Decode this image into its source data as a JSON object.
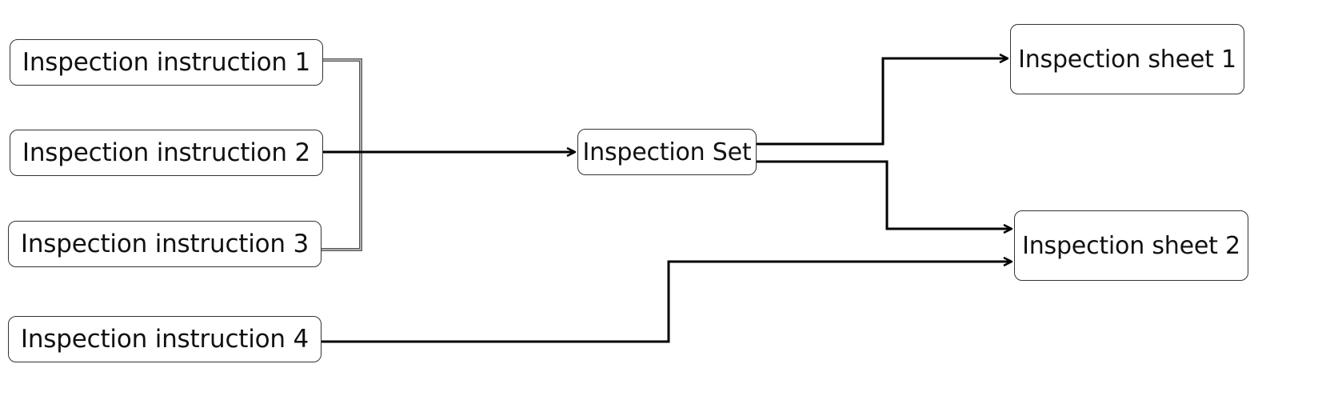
{
  "nodes": {
    "instruction_1": "Inspection instruction 1",
    "instruction_2": "Inspection instruction 2",
    "instruction_3": "Inspection instruction 3",
    "instruction_4": "Inspection instruction 4",
    "inspection_set": "Inspection Set",
    "sheet_1": "Inspection sheet 1",
    "sheet_2": "Inspection sheet 2"
  },
  "edges": [
    {
      "from": "instruction_1",
      "to": "inspection_set",
      "style": "grouped-bracket"
    },
    {
      "from": "instruction_2",
      "to": "inspection_set",
      "style": "arrow"
    },
    {
      "from": "instruction_3",
      "to": "inspection_set",
      "style": "grouped-bracket"
    },
    {
      "from": "inspection_set",
      "to": "sheet_1",
      "style": "arrow"
    },
    {
      "from": "inspection_set",
      "to": "sheet_2",
      "style": "arrow"
    },
    {
      "from": "instruction_4",
      "to": "sheet_2",
      "style": "arrow"
    }
  ],
  "colors": {
    "line": "#000000",
    "bracket": "#555555",
    "node_border": "#333333"
  }
}
